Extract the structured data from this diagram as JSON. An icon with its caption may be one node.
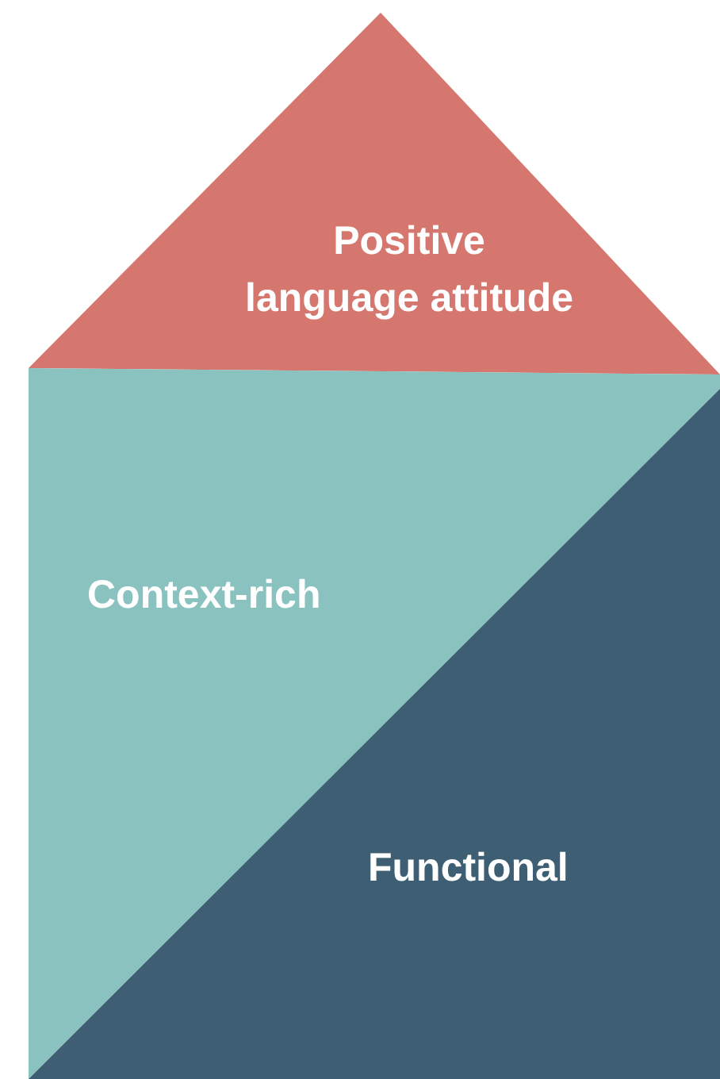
{
  "diagram": {
    "nodes": [
      {
        "text": [
          "Positive language attitude"
        ]
      },
      {
        "text": [
          "Context-rich"
        ]
      },
      {
        "text": [
          "Functional"
        ]
      }
    ]
  }
}
